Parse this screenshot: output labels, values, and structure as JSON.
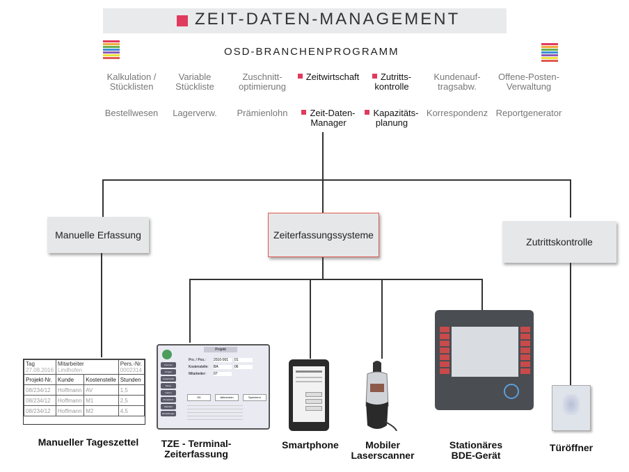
{
  "header": {
    "title": "ZEIT-DATEN-MANAGEMENT",
    "subtitle": "OSD-BRANCHENPROGRAMM",
    "accent_color": "#e03a5e"
  },
  "modules": {
    "row1": [
      {
        "label": "Kalkulation /\nStücklisten",
        "highlight": false
      },
      {
        "label": "Variable\nStückliste",
        "highlight": false
      },
      {
        "label": "Zuschnitt-\noptimierung",
        "highlight": false
      },
      {
        "label": "Zeitwirtschaft",
        "highlight": true
      },
      {
        "label": "Zutritts-\nkontrolle",
        "highlight": true
      },
      {
        "label": "Kundenauf-\ntragsabw.",
        "highlight": false
      },
      {
        "label": "Offene-Posten-\nVerwaltung",
        "highlight": false
      }
    ],
    "row2": [
      {
        "label": "Bestellwesen",
        "highlight": false
      },
      {
        "label": "Lagerverw.",
        "highlight": false
      },
      {
        "label": "Prämienlohn",
        "highlight": false
      },
      {
        "label": "Zeit-Daten-\nManager",
        "highlight": true
      },
      {
        "label": "Kapazitäts-\nplanung",
        "highlight": true
      },
      {
        "label": "Korrespondenz",
        "highlight": false
      },
      {
        "label": "Reportgenerator",
        "highlight": false
      }
    ]
  },
  "categories": {
    "manual": "Manuelle Erfassung",
    "systems": "Zeiterfassungssysteme",
    "access": "Zutrittskontrolle"
  },
  "devices": {
    "timesheet": "Manueller Tageszettel",
    "terminal": "TZE - Terminal-\nZeiterfassung",
    "smartphone": "Smartphone",
    "scanner": "Mobiler\nLaserscanner",
    "bde": "Stationäres\nBDE-Gerät",
    "door": "Türöffner"
  },
  "timesheet": {
    "tag_label": "Tag",
    "tag_value": "27.08.2016",
    "mitarbeiter_label": "Mitarbeiter",
    "mitarbeiter_value": "Lindhofen",
    "persnr_label": "Pers.-Nr.",
    "persnr_value": "0002314",
    "columns": [
      "Projekt-Nr.",
      "Kunde",
      "Kostenstelle",
      "Stunden"
    ],
    "rows": [
      [
        "08/234/12",
        "Hoffmann",
        "AV",
        "1,5"
      ],
      [
        "08/234/12",
        "Hoffmann",
        "M1",
        "2,5"
      ],
      [
        "08/234/12",
        "Hoffmann",
        "M2",
        "4,5"
      ]
    ]
  },
  "terminal": {
    "header_tab": "Projekt",
    "fields": [
      {
        "label": "Pro. / Pos.:",
        "value": "2010-001",
        "extra": "01"
      },
      {
        "label": "Kostenstelle:",
        "value": "BA",
        "extra": "06"
      },
      {
        "label": "Mitarbeiter:",
        "value": "07",
        "extra": ""
      }
    ],
    "buttons": [
      "OK",
      "Abbrechen",
      "Speichern"
    ],
    "side_buttons": [
      "Kommen",
      "Projekt",
      "Kostenstelle",
      "Pause",
      "Gehen",
      "Monatsinfo",
      "Kalender",
      "Einstellungen"
    ]
  }
}
